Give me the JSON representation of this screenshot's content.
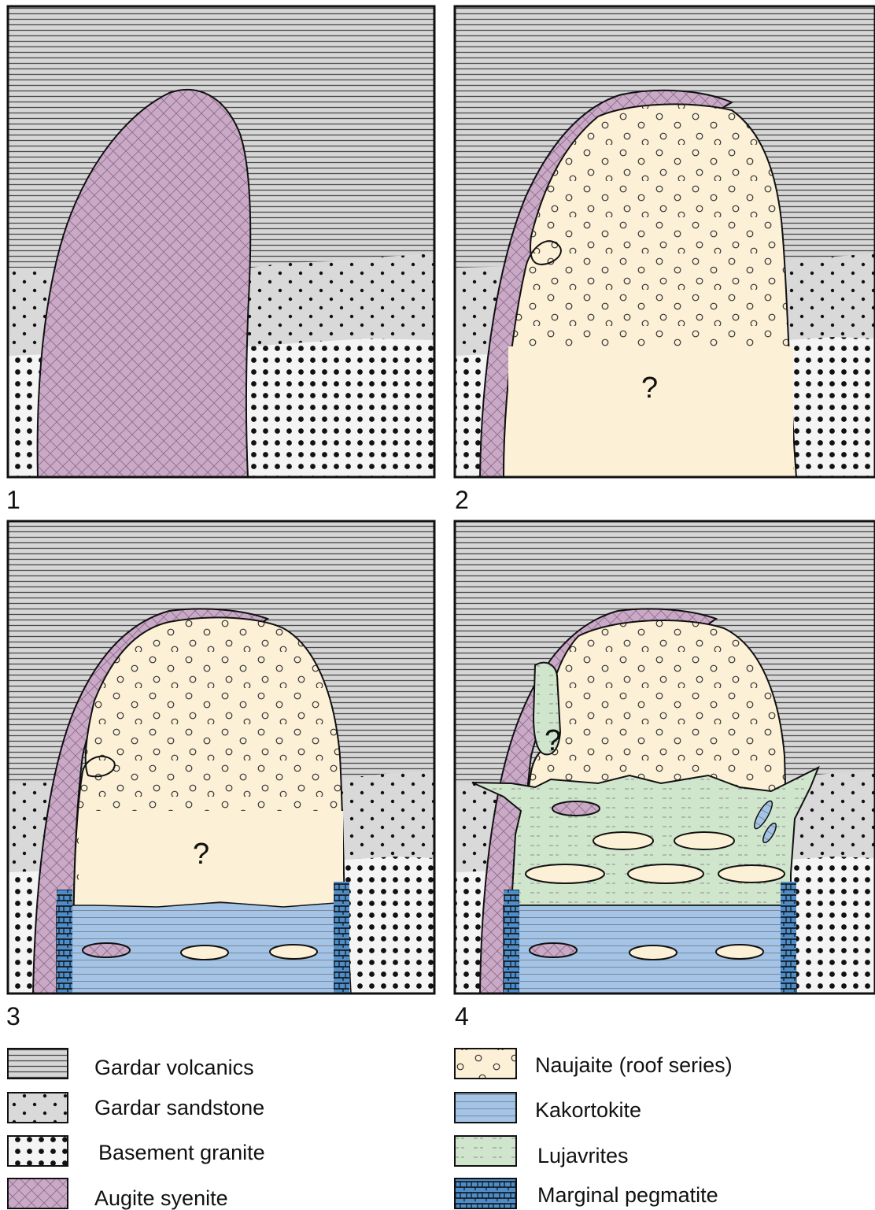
{
  "panels": [
    {
      "number": "1"
    },
    {
      "number": "2",
      "question": "?"
    },
    {
      "number": "3",
      "question": "?"
    },
    {
      "number": "4",
      "question": "?"
    }
  ],
  "legend": {
    "left": [
      {
        "label": "Gardar volcanics",
        "fill": "volcanics"
      },
      {
        "label": "Gardar sandstone",
        "fill": "sandstone"
      },
      {
        "label": "Basement granite",
        "fill": "granite"
      },
      {
        "label": "Augite syenite",
        "fill": "syenite"
      }
    ],
    "right": [
      {
        "label": "Naujaite (roof series)",
        "fill": "naujaite"
      },
      {
        "label": "Kakortokite",
        "fill": "kakortokite"
      },
      {
        "label": "Lujavrites",
        "fill": "lujavrite"
      },
      {
        "label": "Marginal pegmatite",
        "fill": "pegmatite"
      }
    ]
  },
  "colors": {
    "volcanics_bg": "#d6d6d6",
    "volcanics_lines": "#4a4a4a",
    "sandstone_bg": "#d9d9d9",
    "granite_bg": "#f4f4f4",
    "syenite": "#c9a9c6",
    "naujaite": "#fcf1d6",
    "kakortokite": "#a3c4e6",
    "lujavrite": "#cfe6cd",
    "pegmatite": "#4d8dc9"
  }
}
